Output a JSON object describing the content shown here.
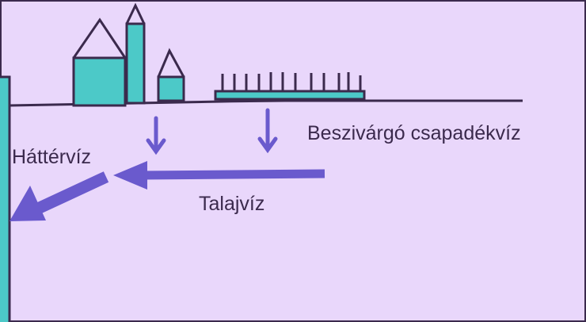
{
  "labels": {
    "infiltration": "Beszivárgó csapadékvíz",
    "background_water": "Háttérvíz",
    "groundwater": "Talajvíz"
  },
  "colors": {
    "background": "#e9d7fb",
    "teal_fill": "#4cc9c8",
    "outline": "#3b2a4d",
    "arrow": "#6a5acd"
  }
}
